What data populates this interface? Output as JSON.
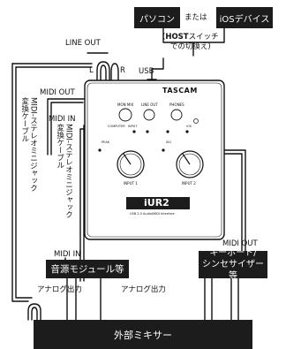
{
  "host": {
    "pc": "パソコン",
    "or": "または",
    "ios": "iOSデバイス",
    "note_bold": "HOST",
    "note_rest": "スイッチ",
    "note_line2": "での切換え"
  },
  "labels": {
    "line_out": "LINE OUT",
    "l": "L",
    "r": "R",
    "usb": "USB",
    "midi_out_top": "MIDI OUT",
    "midi_in_top": "MIDI IN",
    "midi_in_bottom": "MIDI IN",
    "midi_out_bottom": "MIDI OUT",
    "analog_out_1": "アナログ出力",
    "analog_out_2": "アナログ出力"
  },
  "cables": {
    "left": "MIDI-ステレオミニジャック\n変換ケーブル",
    "right": "MIDI-ステレオミニジャック\n変換ケーブル"
  },
  "device": {
    "brand": "TASCAM",
    "model": "iUR2",
    "subtitle": "USB 2.0 Audio/MIDI Interface",
    "mon_mix": "MON MIX",
    "line_out": "LINE OUT",
    "phones": "PHONES",
    "computer": "COMPUTER",
    "input": "INPUT",
    "ios": "iOS",
    "input1": "INPUT 1",
    "input2": "INPUT 2",
    "peak": "PEAK",
    "sig": "SIG"
  },
  "boxes": {
    "sound_module": "音源モジュール等",
    "keyboard_line1": "キーボード/",
    "keyboard_line2": "シンセサイザー等",
    "mixer": "外部ミキサー"
  }
}
